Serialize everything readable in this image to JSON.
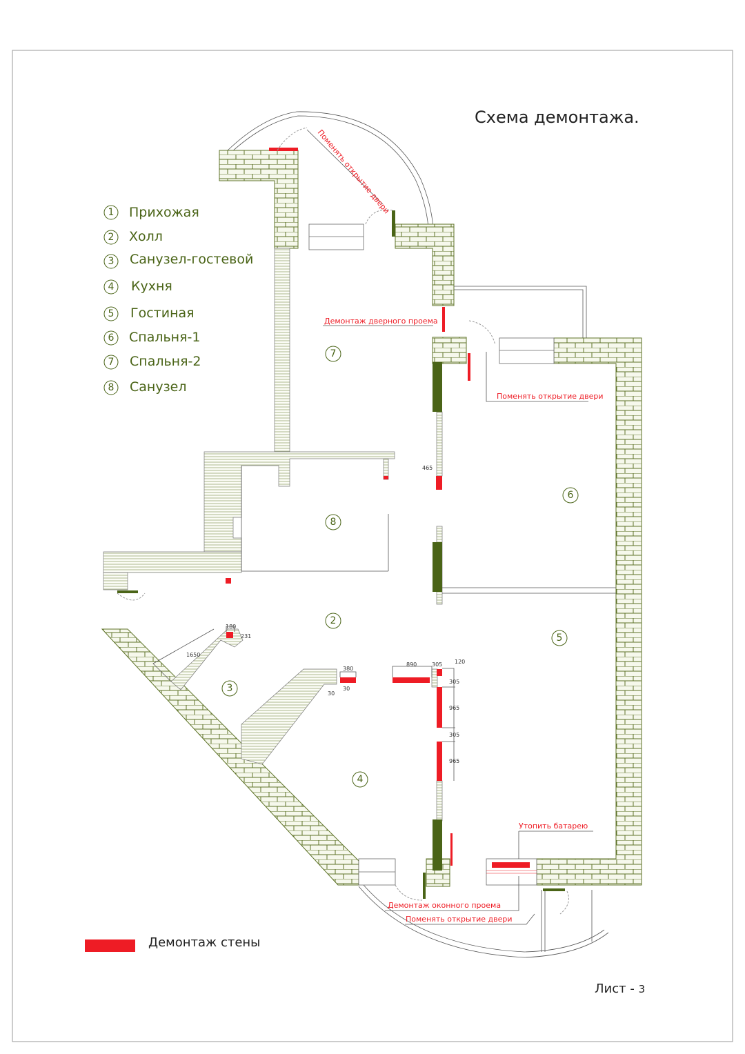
{
  "title": "Схема демонтажа.",
  "sheet": {
    "label": "Лист -",
    "number": "3"
  },
  "legend": {
    "rooms": [
      {
        "num": "1",
        "name": "Прихожая"
      },
      {
        "num": "2",
        "name": "Холл"
      },
      {
        "num": "3",
        "name": "Санузел-гостевой"
      },
      {
        "num": "4",
        "name": "Кухня"
      },
      {
        "num": "5",
        "name": "Гостиная"
      },
      {
        "num": "6",
        "name": "Спальня-1"
      },
      {
        "num": "7",
        "name": "Спальня-2"
      },
      {
        "num": "8",
        "name": "Санузел"
      }
    ],
    "wall_demolition": "Демонтаж стены"
  },
  "room_markers": {
    "r2": "2",
    "r3": "3",
    "r4": "4",
    "r5": "5",
    "r6": "6",
    "r7": "7",
    "r8": "8"
  },
  "annotations": {
    "change_door_top": "Поменять открытие двери",
    "demolish_doorway": "Демонтаж дверного проема",
    "change_door_right": "Поменять открытие двери",
    "recess_radiator": "Утопить батарею",
    "demolish_window": "Демонтаж оконного проема",
    "change_door_bottom": "Поменять открытие двери"
  },
  "dimensions": {
    "d465": "465",
    "d180": "180",
    "d231": "231",
    "d1650": "1650",
    "d380": "380",
    "d30a": "30",
    "d30b": "30",
    "d890": "890",
    "d305a": "305",
    "d120": "120",
    "d305b": "305",
    "d965a": "965",
    "d305c": "305",
    "d965b": "965"
  },
  "colors": {
    "wall": "#4a6417",
    "demolition": "#ee1c25"
  }
}
